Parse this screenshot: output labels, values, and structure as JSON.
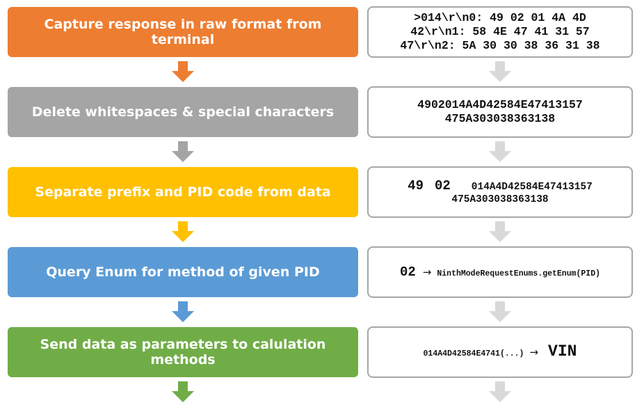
{
  "colors": {
    "orange": "#ed7d31",
    "gray": "#a5a5a5",
    "gold": "#ffc000",
    "blue": "#5b9bd5",
    "green": "#70ad47",
    "light_arrow": "#d9d9d9",
    "box_border": "#a6a6a6"
  },
  "steps": [
    {
      "label": "Capture response in raw format from terminal",
      "color": "orange"
    },
    {
      "label": "Delete whitespaces & special characters",
      "color": "gray"
    },
    {
      "label": "Separate prefix and PID code from data",
      "color": "gold"
    },
    {
      "label": "Query Enum for method of given PID",
      "color": "blue"
    },
    {
      "label": "Send data as parameters to calulation methods",
      "color": "green"
    }
  ],
  "outputs": {
    "raw": {
      "line1": ">014\\r\\n0: 49 02 01 4A 4D",
      "line2": "42\\r\\n1: 58 4E 47 41 31 57",
      "line3": "47\\r\\n2: 5A 30 30 38 36 31 38"
    },
    "cleaned": {
      "line1": "4902014A4D42584E47413157",
      "line2": "475A303038363138"
    },
    "separated": {
      "prefix": "49",
      "pid": "02",
      "data_line1": "014A4D42584E47413157",
      "data_line2": "475A303038363138"
    },
    "query": {
      "pid": "02",
      "arrow": "→",
      "method": "NinthModeRequestEnums.getEnum(PID)"
    },
    "result": {
      "input": "014A4D42584E4741(...)",
      "arrow": "→",
      "output": "VIN"
    }
  }
}
